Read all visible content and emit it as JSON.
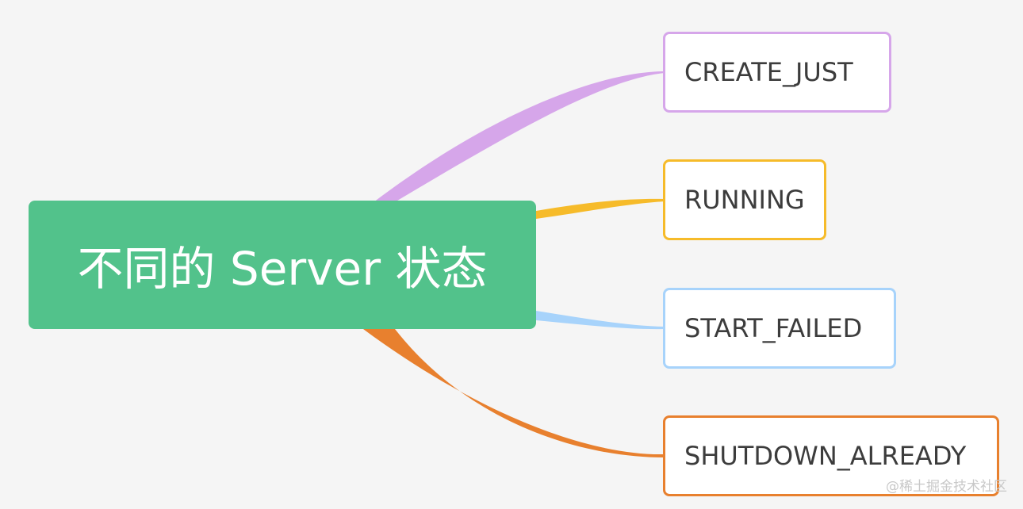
{
  "root": {
    "label": "不同的 Server 状态",
    "color": "#52c28b"
  },
  "children": [
    {
      "label": "CREATE_JUST",
      "color": "#d6a6ea"
    },
    {
      "label": "RUNNING",
      "color": "#f6bb2a"
    },
    {
      "label": "START_FAILED",
      "color": "#a7d3fb"
    },
    {
      "label": "SHUTDOWN_ALREADY",
      "color": "#e8802e"
    }
  ],
  "watermark": "@稀土掘金技术社区"
}
